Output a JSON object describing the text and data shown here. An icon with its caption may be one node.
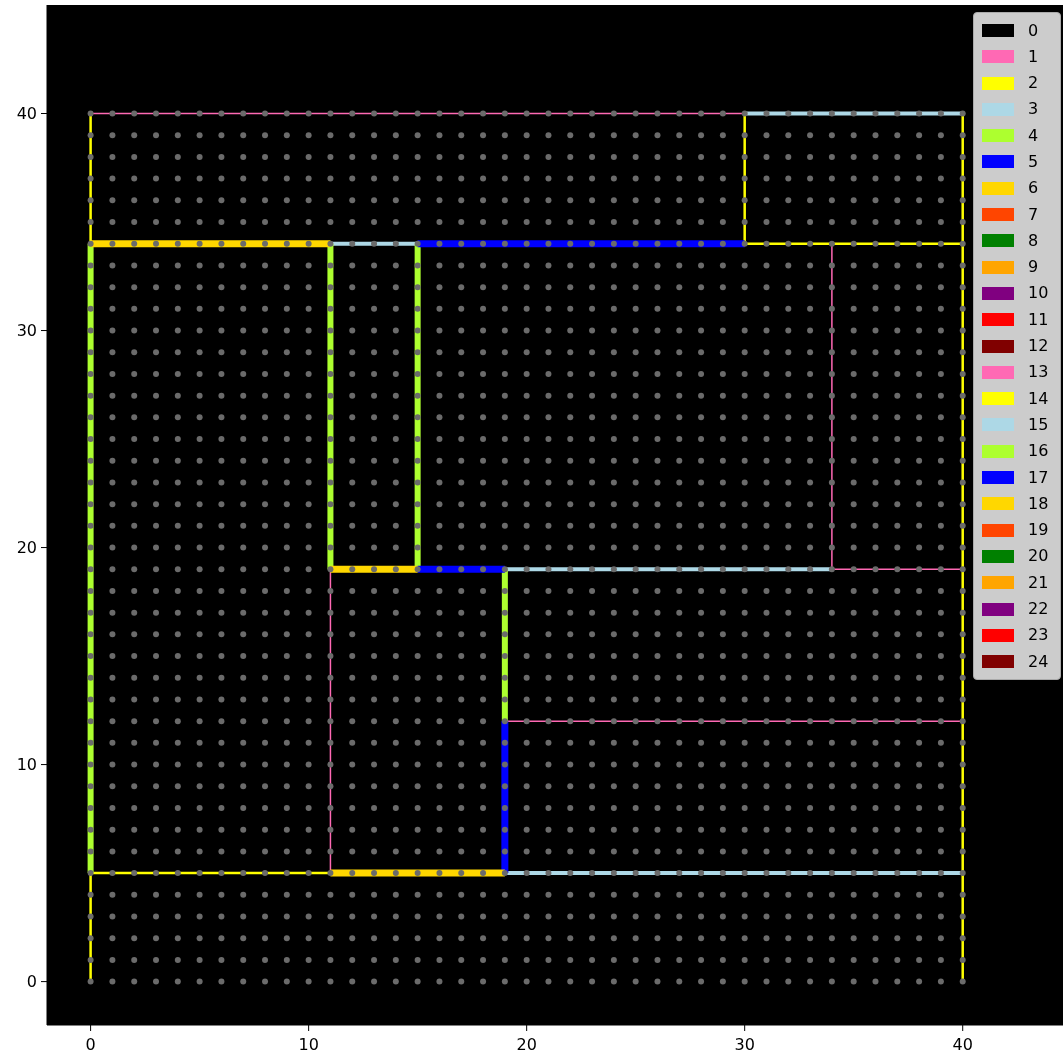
{
  "diagram": {
    "labels": [
      "40",
      "30",
      "20",
      "10",
      "0",
      "0",
      "10",
      "20",
      "30",
      "40"
    ],
    "legend": [
      {
        "text": "0",
        "color": "#000000"
      },
      {
        "text": "1",
        "color": "#ff69b4"
      },
      {
        "text": "2",
        "color": "#ffff00"
      },
      {
        "text": "3",
        "color": "#add8e6"
      },
      {
        "text": "4",
        "color": "#adff2f"
      },
      {
        "text": "5",
        "color": "#0000ff"
      },
      {
        "text": "6",
        "color": "#ffd700"
      },
      {
        "text": "7",
        "color": "#ff4500"
      },
      {
        "text": "8",
        "color": "#008000"
      },
      {
        "text": "9",
        "color": "#ffa500"
      },
      {
        "text": "10",
        "color": "#800080"
      },
      {
        "text": "11",
        "color": "#ff0000"
      },
      {
        "text": "12",
        "color": "#800000"
      },
      {
        "text": "13",
        "color": "#ff69b4"
      },
      {
        "text": "14",
        "color": "#ffff00"
      },
      {
        "text": "15",
        "color": "#add8e6"
      },
      {
        "text": "16",
        "color": "#adff2f"
      },
      {
        "text": "17",
        "color": "#0000ff"
      },
      {
        "text": "18",
        "color": "#ffd700"
      },
      {
        "text": "19",
        "color": "#ff4500"
      },
      {
        "text": "20",
        "color": "#008000"
      },
      {
        "text": "21",
        "color": "#ffa500"
      },
      {
        "text": "22",
        "color": "#800080"
      },
      {
        "text": "23",
        "color": "#ff0000"
      },
      {
        "text": "24",
        "color": "#800000"
      }
    ]
  }
}
